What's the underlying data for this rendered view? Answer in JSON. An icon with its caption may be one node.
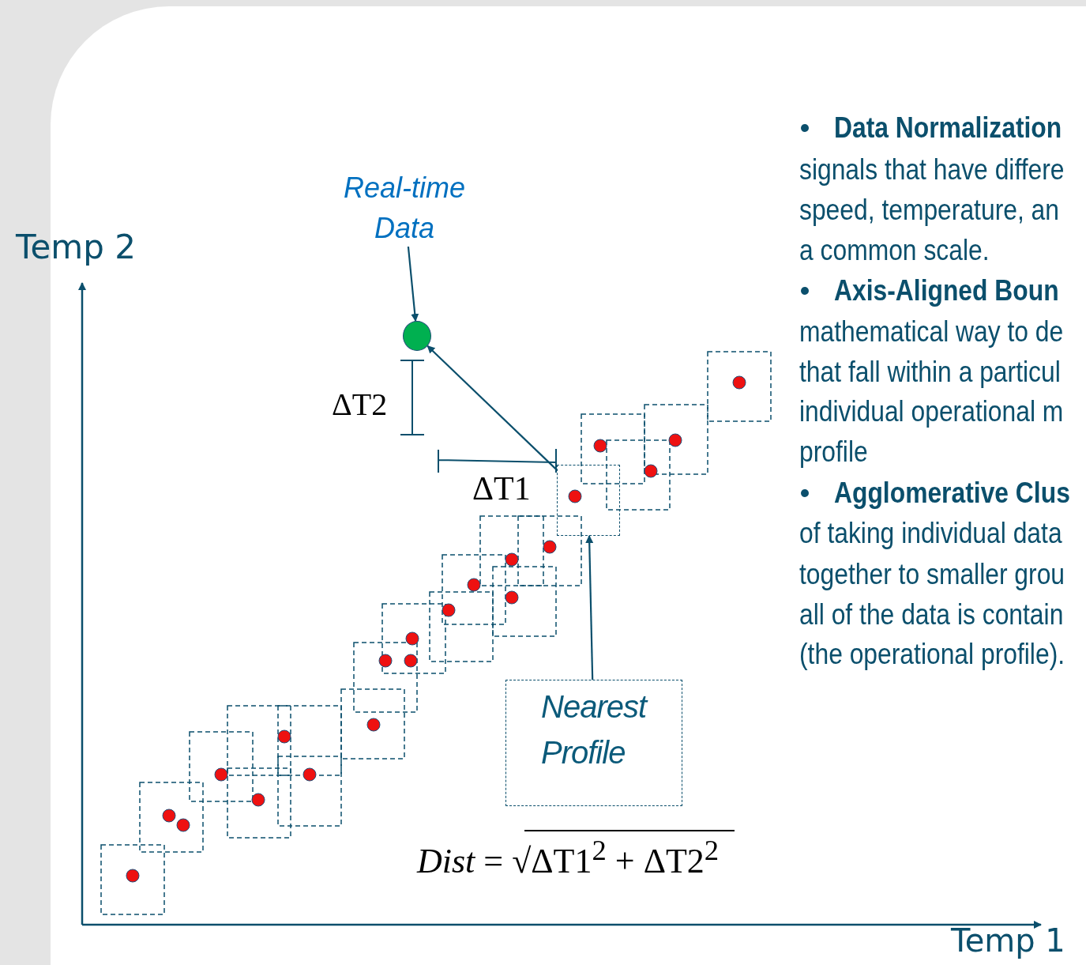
{
  "diagram": {
    "nodes": [
      {
        "text": [
          "Real-time Data"
        ]
      },
      {
        "text": [],
        "shape": "circle"
      },
      {
        "text": [
          "Nearest Profile"
        ]
      },
      {
        "text": [],
        "shape": "box"
      }
    ],
    "edges": [
      {
        "from": 0,
        "to": 1,
        "arrow": "to"
      },
      {
        "from": 2,
        "to": 3,
        "arrow": "to"
      },
      {
        "from": 3,
        "to": 1,
        "arrow": "to"
      }
    ],
    "labels": [
      "Temp 2",
      "ΔT2",
      "ΔT1",
      "Data Normalization",
      "signals that have differe",
      "speed, temperature, an",
      "a common scale.",
      "Axis-Aligned Boun",
      "mathematical way to de",
      "that fall within a particul",
      "individual operational m",
      "profile",
      "Agglomerative Clus",
      "of taking individual data",
      "together to smaller grou",
      "all of the data is contain",
      "(the operational profile).",
      "*Dist* = √ΔT1$^{2}$ + ΔT2$^{2}$",
      "Temp 1"
    ]
  }
}
